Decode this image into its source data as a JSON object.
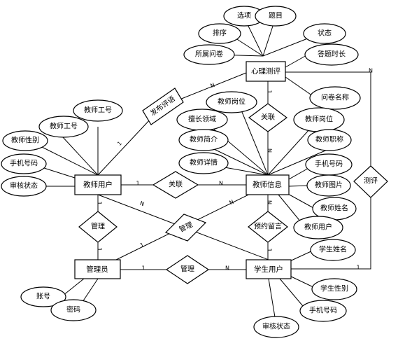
{
  "entities": {
    "psych_test": "心理测评",
    "teacher_user": "教师用户",
    "teacher_info": "教师信息",
    "admin": "管理员",
    "student_user": "学生用户"
  },
  "relationships": {
    "publish_review": "发布评语",
    "assoc_top": "关联",
    "assoc_mid": "关联",
    "manage_left": "管理",
    "manage_cross": "管理",
    "manage_bottom": "管理",
    "reservation_msg": "预约留言",
    "test": "测评"
  },
  "attributes": {
    "test": {
      "option": "选项",
      "question": "题目",
      "order": "排序",
      "status": "状态",
      "questionnaire": "所属问卷",
      "duration": "答题时长",
      "questionnaire_name": "问卷名称"
    },
    "teacher_user": {
      "job_no_1": "教师工号",
      "job_no_2": "教师工号",
      "gender": "教师性别",
      "phone": "手机号码",
      "audit": "审核状态"
    },
    "teacher_info": {
      "position_1": "教师岗位",
      "expertise": "擅长领域",
      "position_2": "教师岗位",
      "intro": "教师简介",
      "title": "教师职称",
      "details": "教师详情",
      "phone": "手机号码",
      "photo": "教师图片",
      "name": "教师姓名",
      "user": "教师用户"
    },
    "admin": {
      "account": "账号",
      "password": "密码"
    },
    "student_user": {
      "name": "学生姓名",
      "gender": "学生性别",
      "phone": "手机号码",
      "audit": "审核状态"
    }
  },
  "cardinalities": {
    "test_publish": "N",
    "publish_teacher": "1",
    "test_assoc": "1",
    "assoc_info": "N",
    "teacher_assoc": "1",
    "assoc_teacherinfo": "N",
    "teacher_manage": "1",
    "manage_admin": "1",
    "teacher_cross": "N",
    "cross_admin": "1",
    "info_cross": "N",
    "info_reservation": "N",
    "reservation_student": "1",
    "admin_manage": "1",
    "manage_student": "N",
    "test_test": "N",
    "test_student": "1"
  }
}
